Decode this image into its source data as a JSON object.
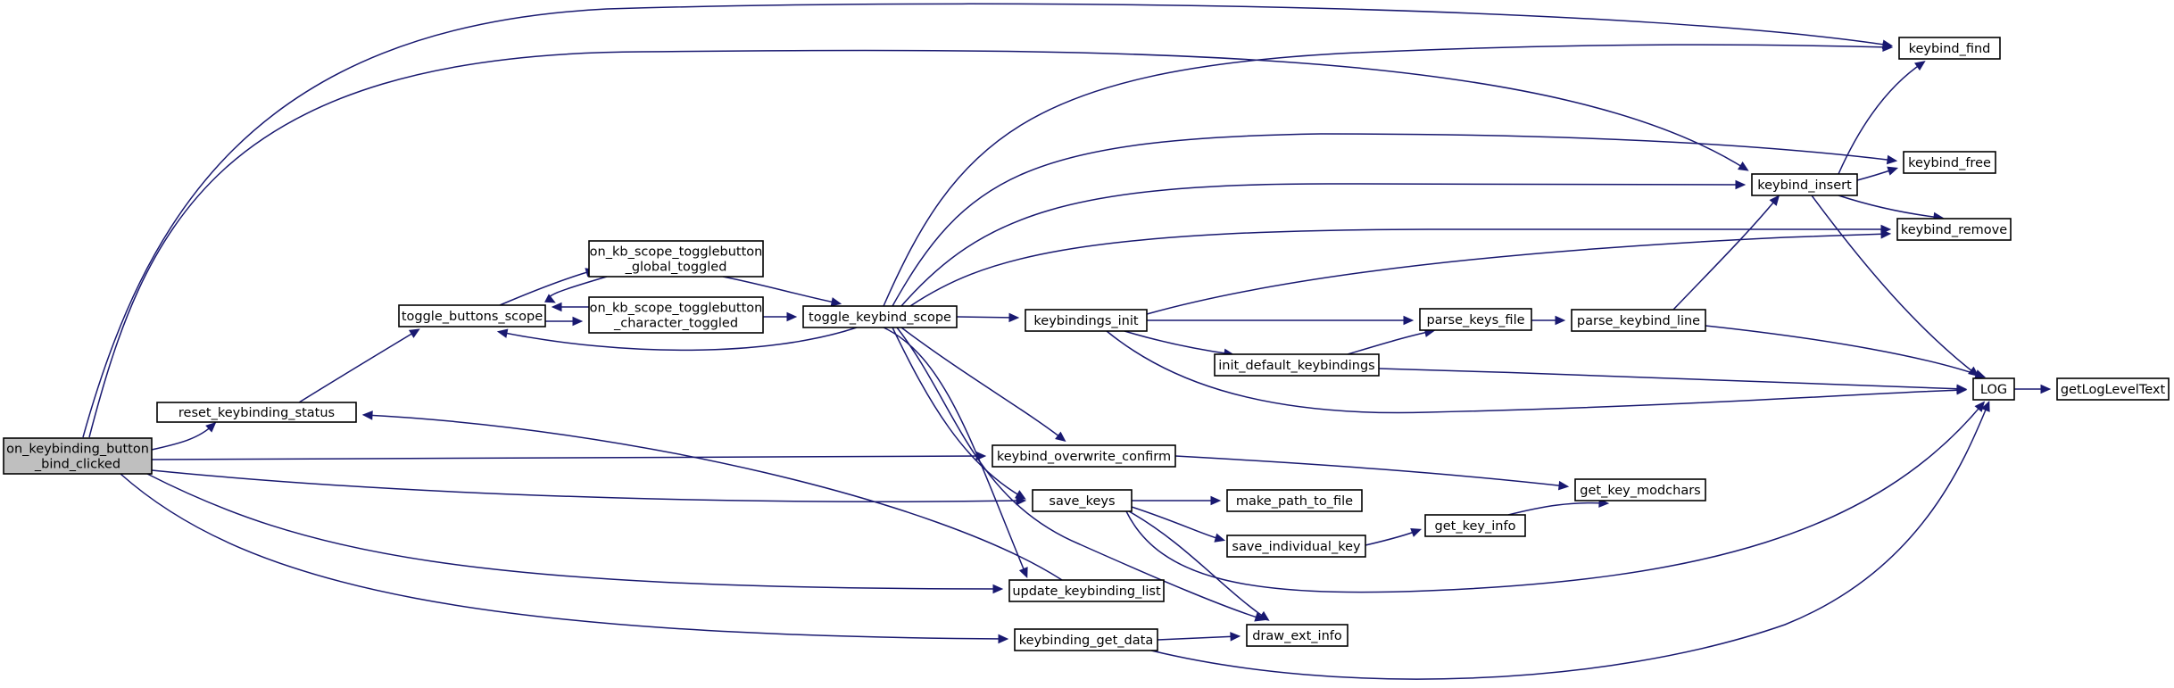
{
  "diagram": {
    "type": "call-graph",
    "colors": {
      "edge": "#191970",
      "root_fill": "#bfbfbf",
      "node_fill": "#ffffff",
      "node_border": "#000000"
    },
    "nodes": [
      {
        "id": "root",
        "lines": [
          "on_keybinding_button",
          "_bind_clicked"
        ]
      },
      {
        "id": "reset_status",
        "lines": [
          "reset_keybinding_status"
        ]
      },
      {
        "id": "toggle_buttons",
        "lines": [
          "toggle_buttons_scope"
        ]
      },
      {
        "id": "kb_global",
        "lines": [
          "on_kb_scope_togglebutton",
          "_global_toggled"
        ]
      },
      {
        "id": "kb_character",
        "lines": [
          "on_kb_scope_togglebutton",
          "_character_toggled"
        ]
      },
      {
        "id": "toggle_keybind",
        "lines": [
          "toggle_keybind_scope"
        ]
      },
      {
        "id": "kb_init",
        "lines": [
          "keybindings_init"
        ]
      },
      {
        "id": "init_default",
        "lines": [
          "init_default_keybindings"
        ]
      },
      {
        "id": "parse_file",
        "lines": [
          "parse_keys_file"
        ]
      },
      {
        "id": "parse_line",
        "lines": [
          "parse_keybind_line"
        ]
      },
      {
        "id": "overwrite",
        "lines": [
          "keybind_overwrite_confirm"
        ]
      },
      {
        "id": "save_keys",
        "lines": [
          "save_keys"
        ]
      },
      {
        "id": "make_path",
        "lines": [
          "make_path_to_file"
        ]
      },
      {
        "id": "save_individual",
        "lines": [
          "save_individual_key"
        ]
      },
      {
        "id": "get_key_info",
        "lines": [
          "get_key_info"
        ]
      },
      {
        "id": "get_modchars",
        "lines": [
          "get_key_modchars"
        ]
      },
      {
        "id": "update_list",
        "lines": [
          "update_keybinding_list"
        ]
      },
      {
        "id": "get_data",
        "lines": [
          "keybinding_get_data"
        ]
      },
      {
        "id": "draw_ext",
        "lines": [
          "draw_ext_info"
        ]
      },
      {
        "id": "kb_find",
        "lines": [
          "keybind_find"
        ]
      },
      {
        "id": "kb_free",
        "lines": [
          "keybind_free"
        ]
      },
      {
        "id": "kb_insert",
        "lines": [
          "keybind_insert"
        ]
      },
      {
        "id": "kb_remove",
        "lines": [
          "keybind_remove"
        ]
      },
      {
        "id": "log",
        "lines": [
          "LOG"
        ]
      },
      {
        "id": "loglevel",
        "lines": [
          "getLogLevelText"
        ]
      }
    ],
    "edges": [
      [
        "root",
        "reset_status"
      ],
      [
        "root",
        "toggle_buttons"
      ],
      [
        "root",
        "kb_find"
      ],
      [
        "root",
        "kb_insert"
      ],
      [
        "root",
        "overwrite"
      ],
      [
        "root",
        "save_keys"
      ],
      [
        "root",
        "update_list"
      ],
      [
        "root",
        "get_data"
      ],
      [
        "reset_status",
        "toggle_buttons"
      ],
      [
        "toggle_buttons",
        "kb_global"
      ],
      [
        "toggle_buttons",
        "kb_character"
      ],
      [
        "kb_global",
        "toggle_buttons"
      ],
      [
        "kb_global",
        "toggle_keybind"
      ],
      [
        "kb_character",
        "toggle_buttons"
      ],
      [
        "kb_character",
        "toggle_keybind"
      ],
      [
        "toggle_keybind",
        "toggle_buttons"
      ],
      [
        "toggle_keybind",
        "kb_find"
      ],
      [
        "toggle_keybind",
        "kb_free"
      ],
      [
        "toggle_keybind",
        "kb_insert"
      ],
      [
        "toggle_keybind",
        "kb_remove"
      ],
      [
        "toggle_keybind",
        "kb_init"
      ],
      [
        "toggle_keybind",
        "overwrite"
      ],
      [
        "toggle_keybind",
        "save_keys"
      ],
      [
        "toggle_keybind",
        "update_list"
      ],
      [
        "toggle_keybind",
        "draw_ext"
      ],
      [
        "kb_init",
        "kb_remove"
      ],
      [
        "kb_init",
        "parse_file"
      ],
      [
        "kb_init",
        "init_default"
      ],
      [
        "kb_init",
        "log"
      ],
      [
        "init_default",
        "parse_file"
      ],
      [
        "init_default",
        "log"
      ],
      [
        "parse_file",
        "parse_line"
      ],
      [
        "parse_line",
        "kb_insert"
      ],
      [
        "parse_line",
        "log"
      ],
      [
        "kb_insert",
        "kb_find"
      ],
      [
        "kb_insert",
        "kb_free"
      ],
      [
        "kb_insert",
        "kb_remove"
      ],
      [
        "kb_insert",
        "log"
      ],
      [
        "log",
        "loglevel"
      ],
      [
        "overwrite",
        "get_modchars"
      ],
      [
        "save_keys",
        "make_path"
      ],
      [
        "save_keys",
        "save_individual"
      ],
      [
        "save_keys",
        "log"
      ],
      [
        "save_keys",
        "draw_ext"
      ],
      [
        "save_individual",
        "get_key_info"
      ],
      [
        "get_key_info",
        "get_modchars"
      ],
      [
        "update_list",
        "reset_status"
      ],
      [
        "get_data",
        "draw_ext"
      ],
      [
        "get_data",
        "log"
      ]
    ]
  }
}
